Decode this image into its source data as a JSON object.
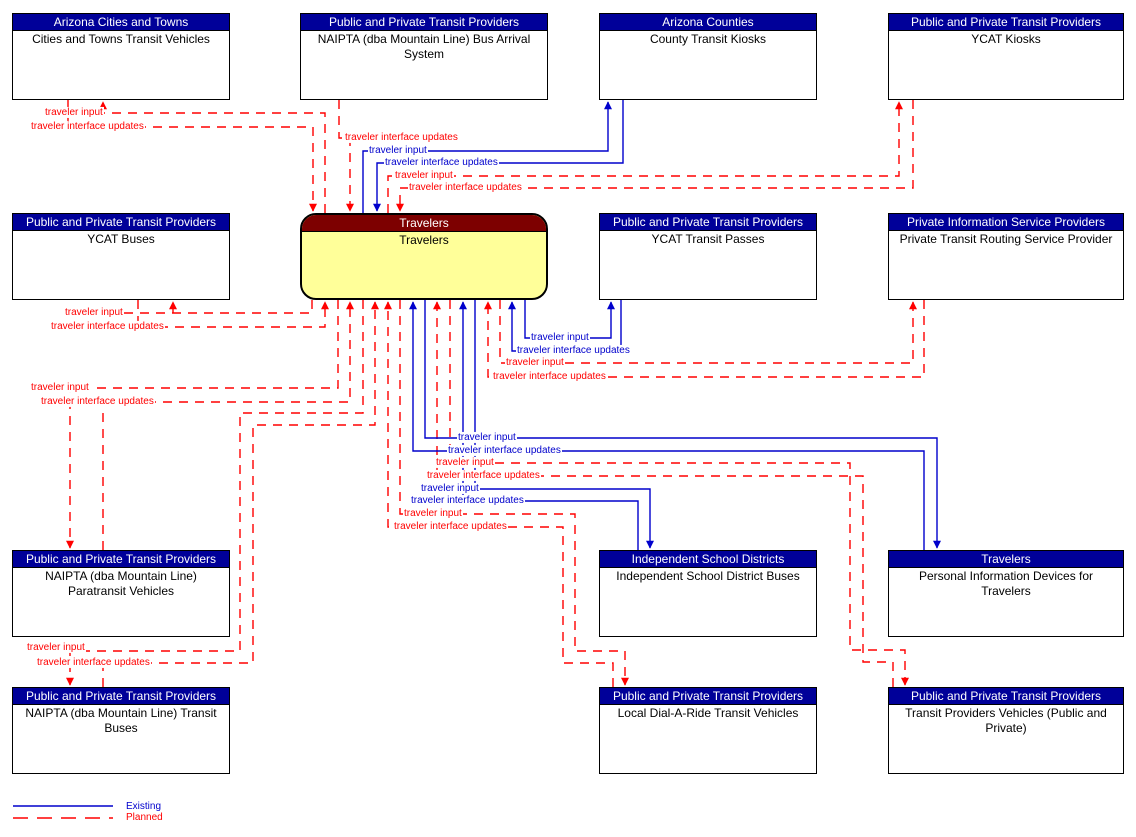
{
  "center": {
    "header": "Travelers",
    "name": "Travelers"
  },
  "boxes": [
    {
      "header": "Arizona Cities and Towns",
      "name": "Cities and Towns Transit Vehicles"
    },
    {
      "header": "Public and Private Transit Providers",
      "name": "NAIPTA (dba Mountain Line) Bus Arrival System"
    },
    {
      "header": "Arizona Counties",
      "name": "County Transit Kiosks"
    },
    {
      "header": "Public and Private Transit Providers",
      "name": "YCAT Kiosks"
    },
    {
      "header": "Public and Private Transit Providers",
      "name": "YCAT Buses"
    },
    {
      "header": "Public and Private Transit Providers",
      "name": "YCAT Transit Passes"
    },
    {
      "header": "Private Information Service Providers",
      "name": "Private Transit Routing Service Provider"
    },
    {
      "header": "Public and Private Transit Providers",
      "name": "NAIPTA (dba Mountain Line) Paratransit Vehicles"
    },
    {
      "header": "Independent School Districts",
      "name": "Independent School District Buses"
    },
    {
      "header": "Travelers",
      "name": "Personal Information Devices for Travelers"
    },
    {
      "header": "Public and Private Transit Providers",
      "name": "NAIPTA (dba Mountain Line) Transit Buses"
    },
    {
      "header": "Public and Private Transit Providers",
      "name": "Local Dial-A-Ride Transit Vehicles"
    },
    {
      "header": "Public and Private Transit Providers",
      "name": "Transit Providers Vehicles (Public and Private)"
    }
  ],
  "flows": [
    {
      "label": "traveler input",
      "type": "planned"
    },
    {
      "label": "traveler interface updates",
      "type": "planned"
    },
    {
      "label": "traveler interface updates",
      "type": "planned"
    },
    {
      "label": "traveler input",
      "type": "existing"
    },
    {
      "label": "traveler interface updates",
      "type": "existing"
    },
    {
      "label": "traveler input",
      "type": "planned"
    },
    {
      "label": "traveler interface updates",
      "type": "planned"
    },
    {
      "label": "traveler input",
      "type": "planned"
    },
    {
      "label": "traveler interface updates",
      "type": "planned"
    },
    {
      "label": "traveler input",
      "type": "existing"
    },
    {
      "label": "traveler interface updates",
      "type": "existing"
    },
    {
      "label": "traveler input",
      "type": "planned"
    },
    {
      "label": "traveler interface updates",
      "type": "planned"
    },
    {
      "label": "traveler input",
      "type": "planned"
    },
    {
      "label": "traveler interface updates",
      "type": "planned"
    },
    {
      "label": "traveler input",
      "type": "existing"
    },
    {
      "label": "traveler interface updates",
      "type": "existing"
    },
    {
      "label": "traveler input",
      "type": "planned"
    },
    {
      "label": "traveler interface updates",
      "type": "planned"
    },
    {
      "label": "traveler input",
      "type": "existing"
    },
    {
      "label": "traveler interface updates",
      "type": "existing"
    },
    {
      "label": "traveler input",
      "type": "planned"
    },
    {
      "label": "traveler interface updates",
      "type": "planned"
    },
    {
      "label": "traveler input",
      "type": "planned"
    },
    {
      "label": "traveler interface updates",
      "type": "planned"
    }
  ],
  "legend": {
    "existing": "Existing",
    "planned": "Planned"
  },
  "colors": {
    "header_bg": "#000099",
    "header_text": "#ffffff",
    "center_header_bg": "#7d0000",
    "center_body_bg": "#ffff99",
    "existing": "#0000cc",
    "planned": "#ff0000"
  }
}
